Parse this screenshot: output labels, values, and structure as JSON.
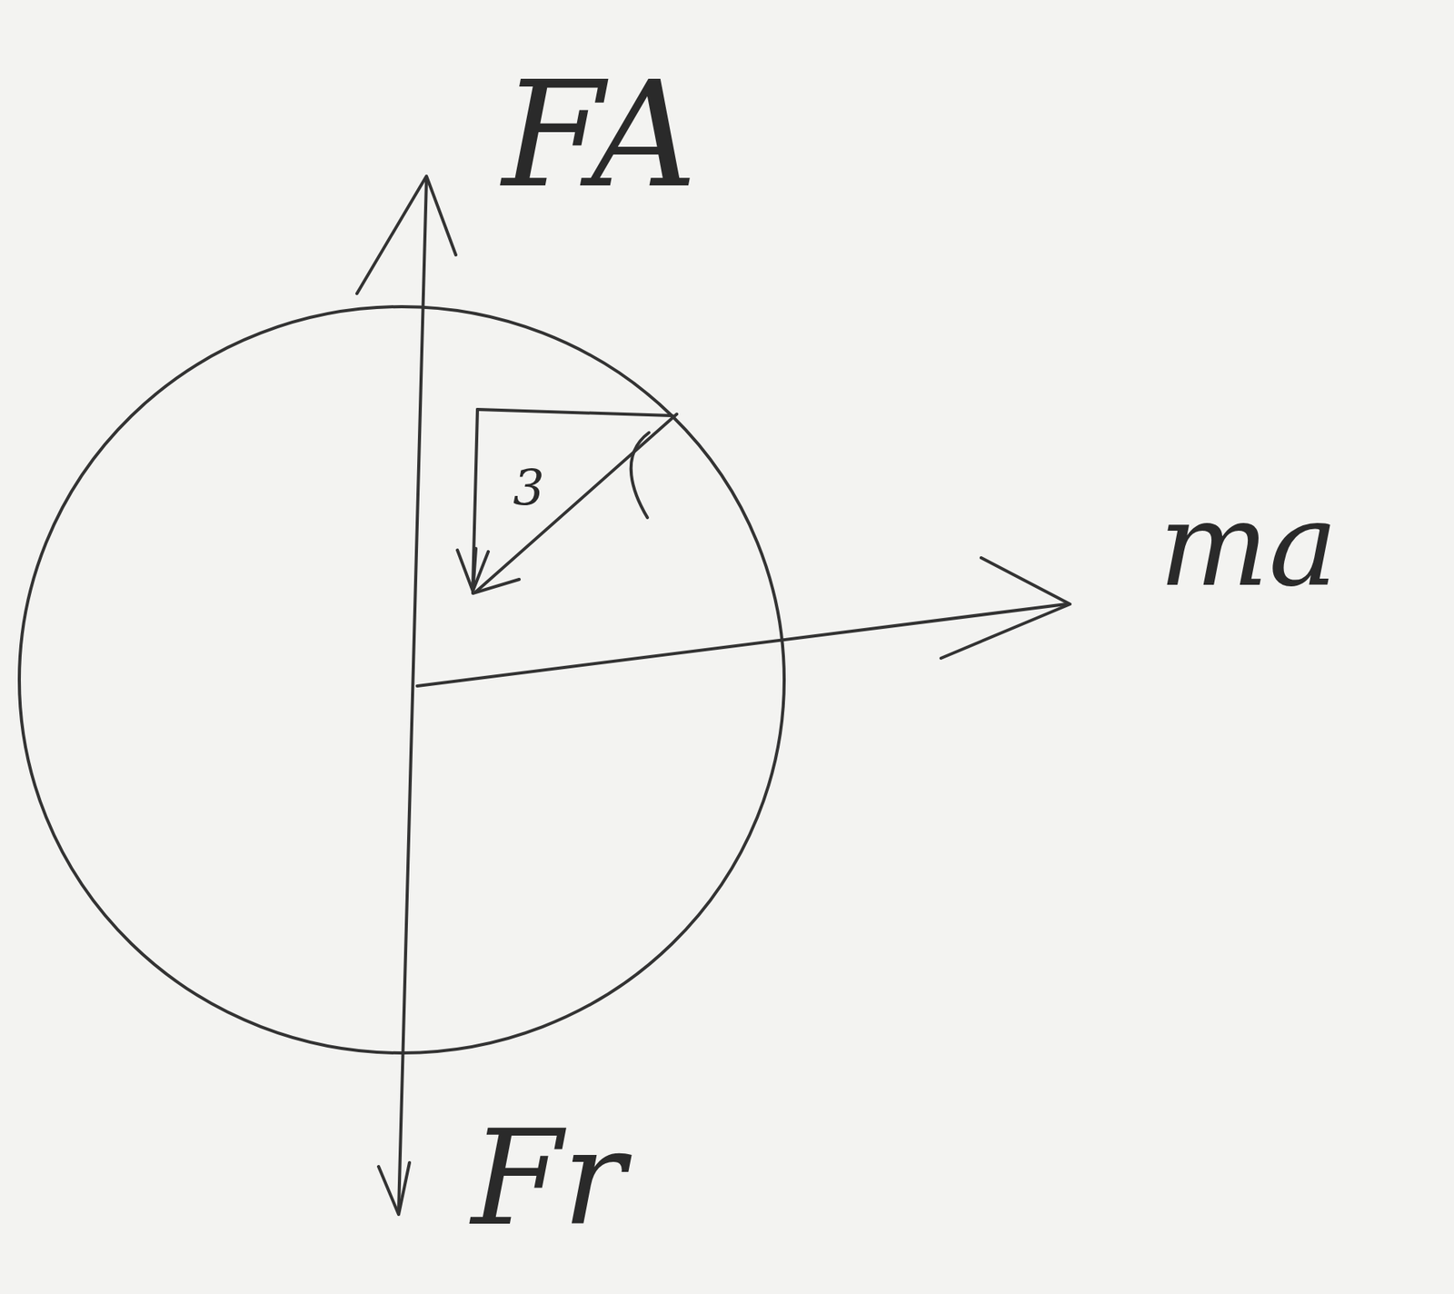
{
  "diagram": {
    "labels": [
      "FA",
      "ma",
      "3",
      "Fr"
    ]
  }
}
